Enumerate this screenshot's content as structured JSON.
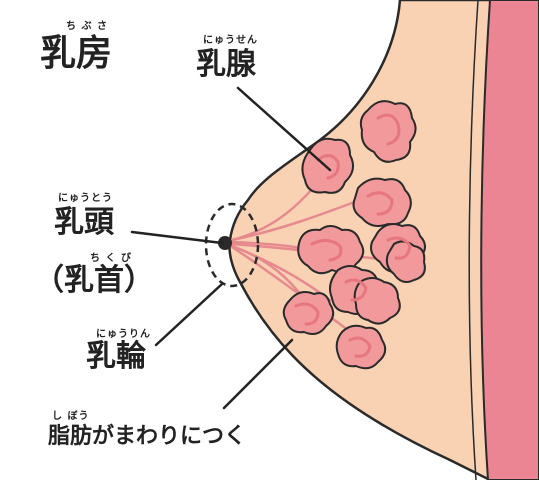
{
  "diagram": {
    "title": {
      "text": "乳房",
      "ruby": "ち ぶ さ"
    },
    "labels": {
      "mammary_gland": {
        "text": "乳腺",
        "ruby": "にゅうせん"
      },
      "nipple": {
        "text": "乳頭",
        "ruby": "にゅうとう"
      },
      "nipple_alt": {
        "text": "（乳首）",
        "ruby": "ち く び"
      },
      "areola": {
        "text": "乳輪",
        "ruby": "にゅうりん"
      },
      "fat": {
        "text": "脂肪がまわりにつく",
        "ruby": "し ぼう"
      }
    },
    "colors": {
      "skin": "#f9d2b3",
      "chest_wall": "#eb8593",
      "gland_fill": "#f1999b",
      "gland_inner": "#e7777f",
      "outline": "#2a2a2a"
    }
  }
}
